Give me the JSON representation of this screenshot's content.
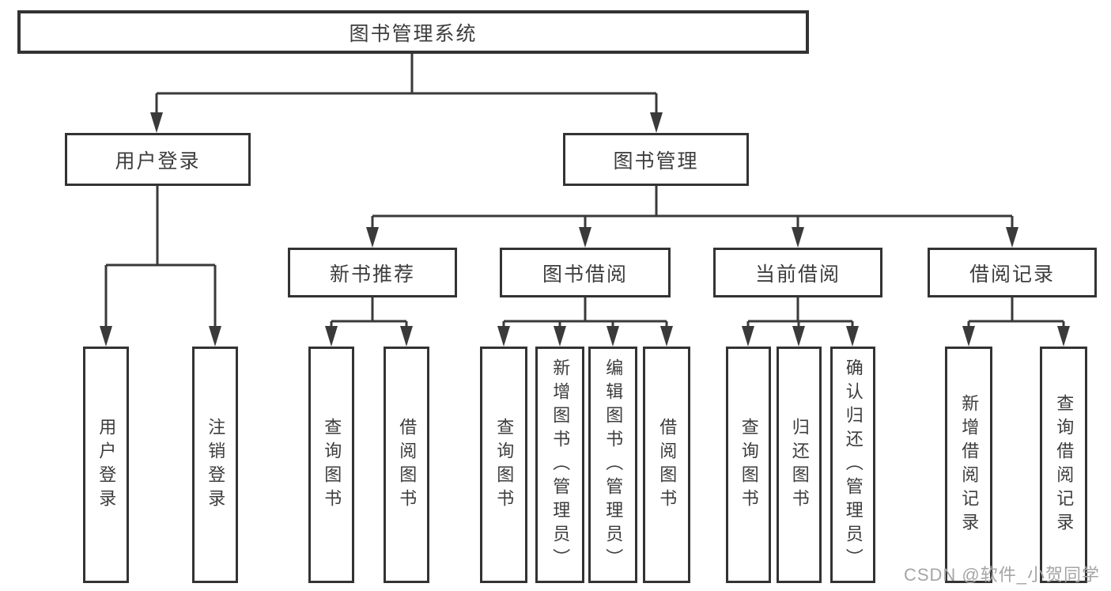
{
  "diagram": {
    "root": {
      "label": "图书管理系统"
    },
    "branches": [
      {
        "label": "用户登录",
        "children": [
          {
            "label": "用户登录"
          },
          {
            "label": "注销登录"
          }
        ]
      },
      {
        "label": "图书管理",
        "children": [
          {
            "label": "新书推荐",
            "children": [
              {
                "label": "查询图书"
              },
              {
                "label": "借阅图书"
              }
            ]
          },
          {
            "label": "图书借阅",
            "children": [
              {
                "label": "查询图书"
              },
              {
                "label": "新增图书（管理员）"
              },
              {
                "label": "编辑图书（管理员）"
              },
              {
                "label": "借阅图书"
              }
            ]
          },
          {
            "label": "当前借阅",
            "children": [
              {
                "label": "查询图书"
              },
              {
                "label": "归还图书"
              },
              {
                "label": "确认归还（管理员）"
              }
            ]
          },
          {
            "label": "借阅记录",
            "children": [
              {
                "label": "新增借阅记录"
              },
              {
                "label": "查询借阅记录"
              }
            ]
          }
        ]
      }
    ]
  },
  "watermark": {
    "text": "CSDN @软件_小贺同学"
  },
  "colors": {
    "line": "#3a3a3a",
    "box_border": "#333333",
    "text": "#3d3d3d",
    "watermark": "#a5a5a5",
    "background": "#ffffff"
  }
}
